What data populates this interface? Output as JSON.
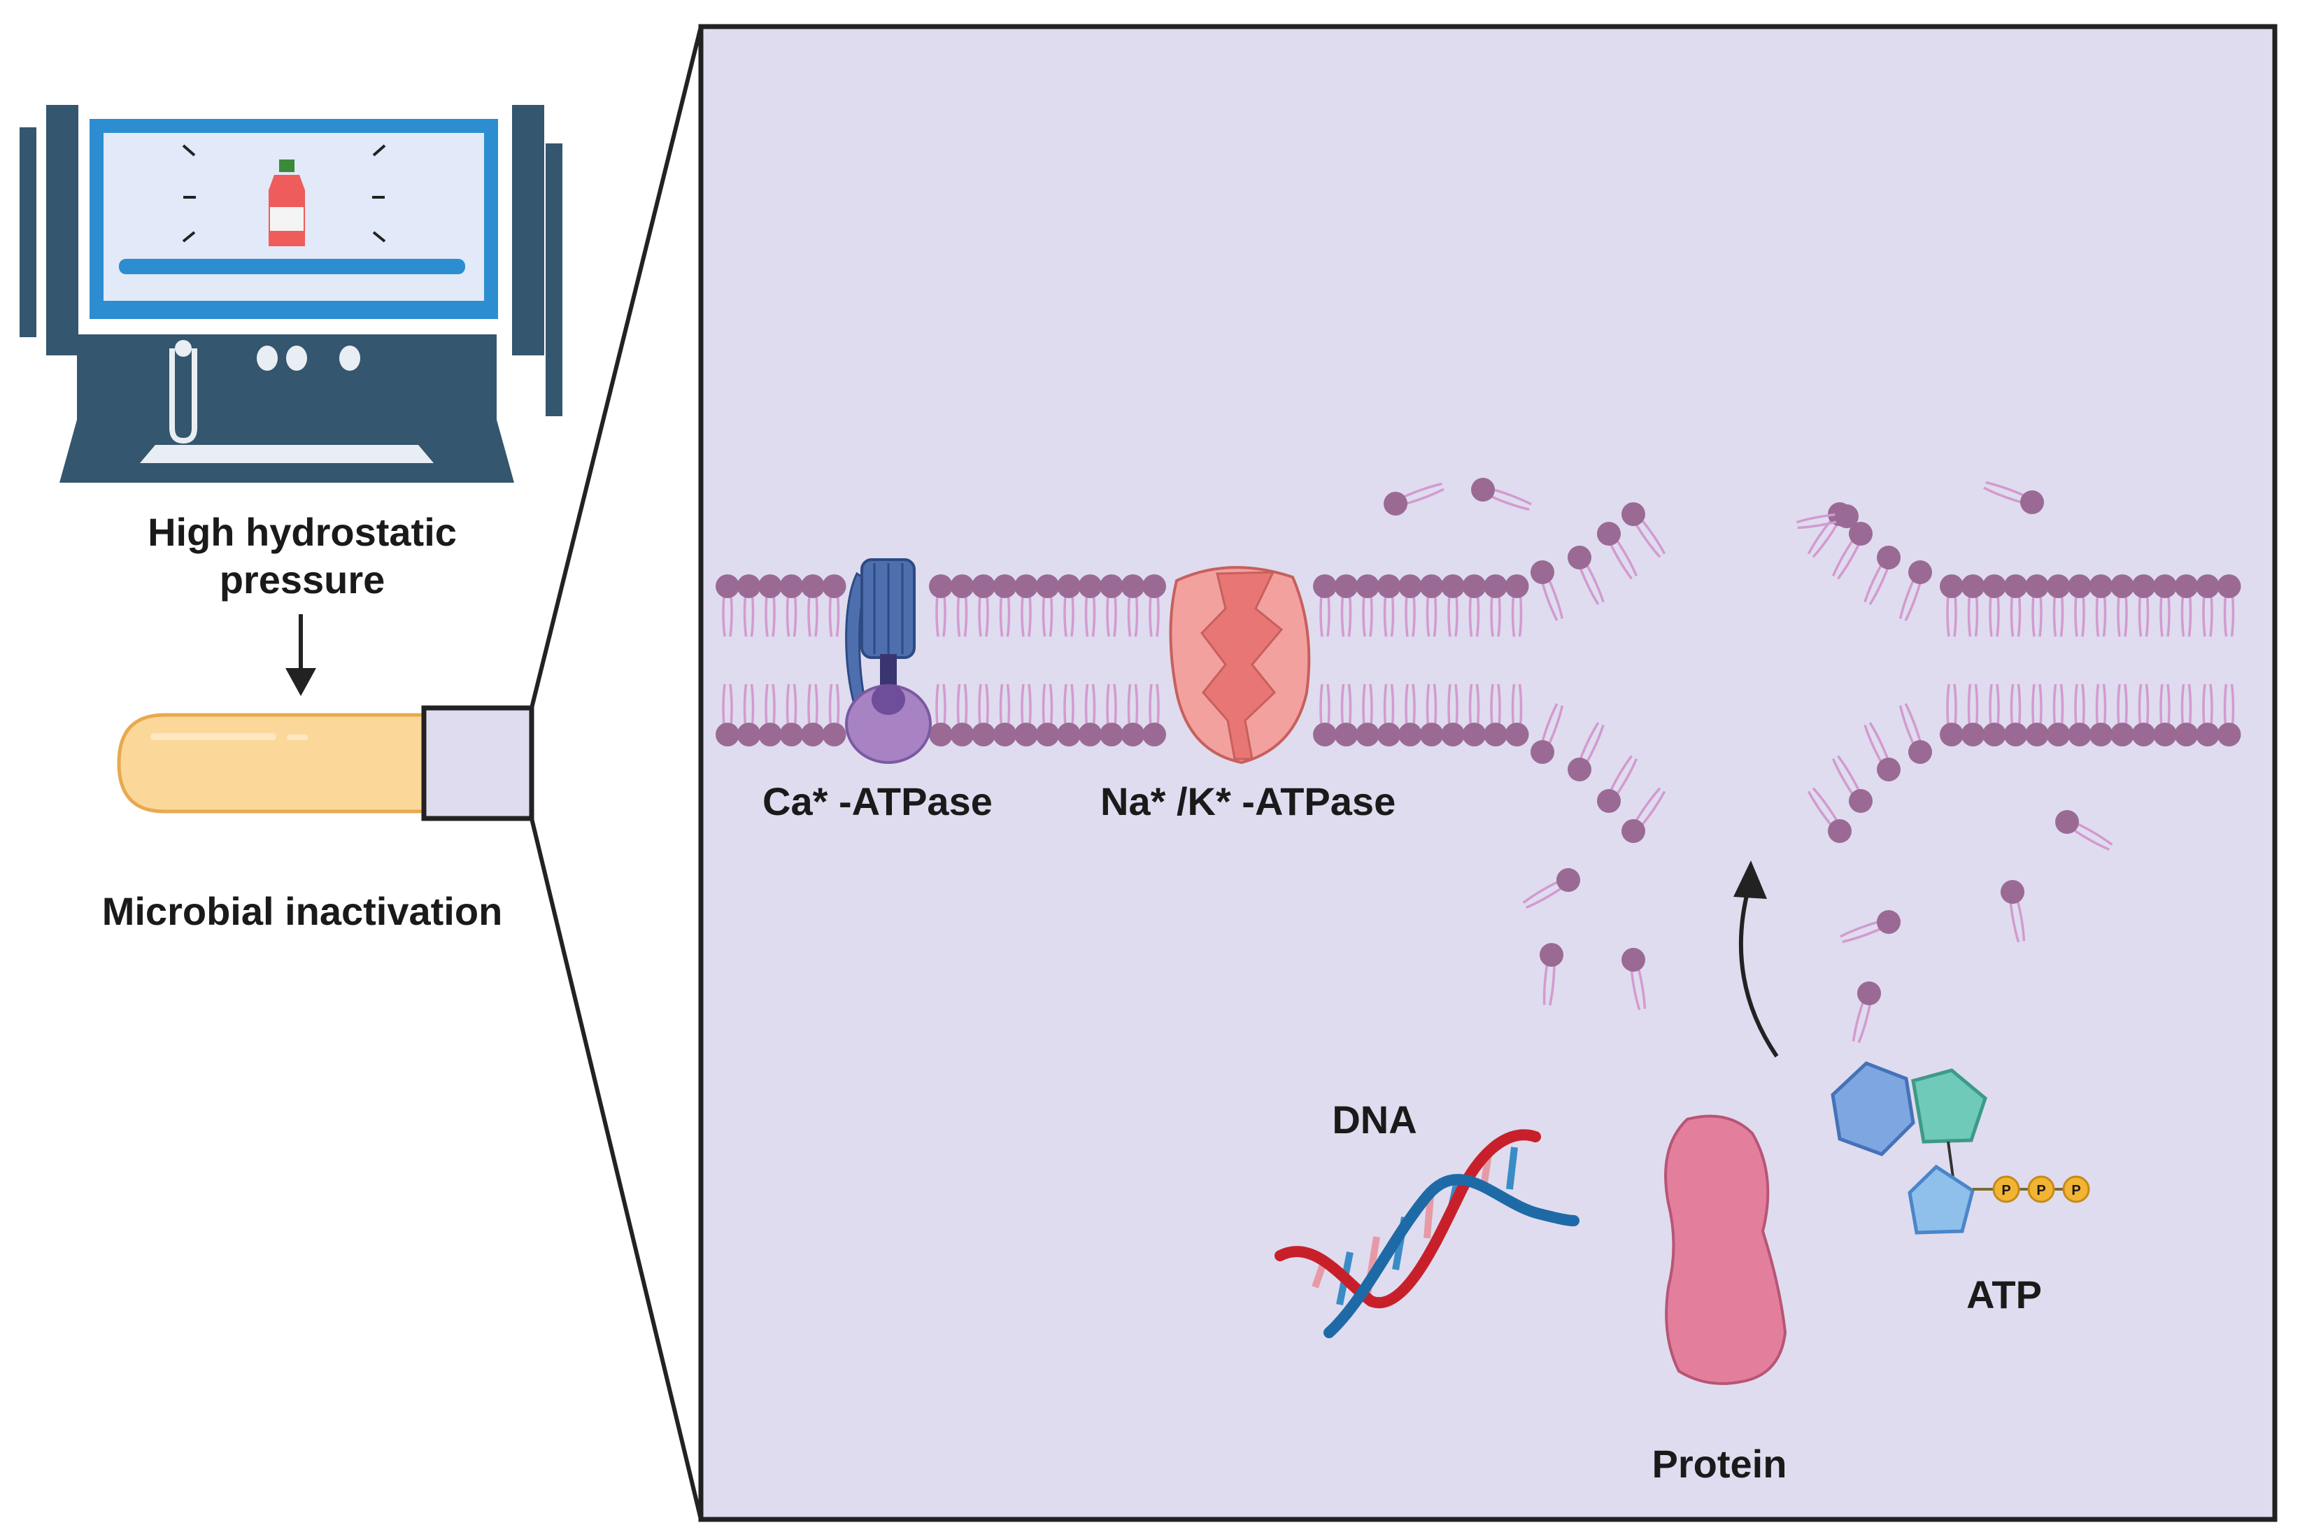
{
  "labels": {
    "machine_line1": "High hydrostatic",
    "machine_line2": "pressure",
    "microbe": "Microbial inactivation",
    "ca_pump": "Ca* -ATPase",
    "nak_pump": "Na* /K* -ATPase",
    "dna": "DNA",
    "protein": "Protein",
    "atp": "ATP",
    "phosphate": "P"
  },
  "colors": {
    "panel_bg": "#dfdcef",
    "membrane": "#9a6a95",
    "lipid_tail": "#d39ad0",
    "machine_dark": "#34566e",
    "machine_blue": "#2c8ed0",
    "machine_window": "#e2e9f8",
    "bacterium": "#fcd79a",
    "ca_pump_blue": "#4d6fae",
    "ca_pump_purple": "#a783c4",
    "nak_pump": "#f19a9a",
    "dna_red": "#c8202a",
    "dna_blue": "#1e6aa6",
    "protein": "#e47e9d",
    "atp_hexagon": "#7ea6e0",
    "atp_pentagon": "#6fcab9",
    "atp_ribose": "#8fc0ec",
    "phosphate": "#f2b533"
  },
  "icons": [
    "hydrostatic-pressure-machine-icon",
    "juice-bottle-icon",
    "rod-bacterium-icon",
    "ca-atpase-pump-icon",
    "na-k-atpase-pump-icon",
    "dna-helix-icon",
    "protein-blob-icon",
    "atp-molecule-icon",
    "leakage-arrow-icon"
  ]
}
